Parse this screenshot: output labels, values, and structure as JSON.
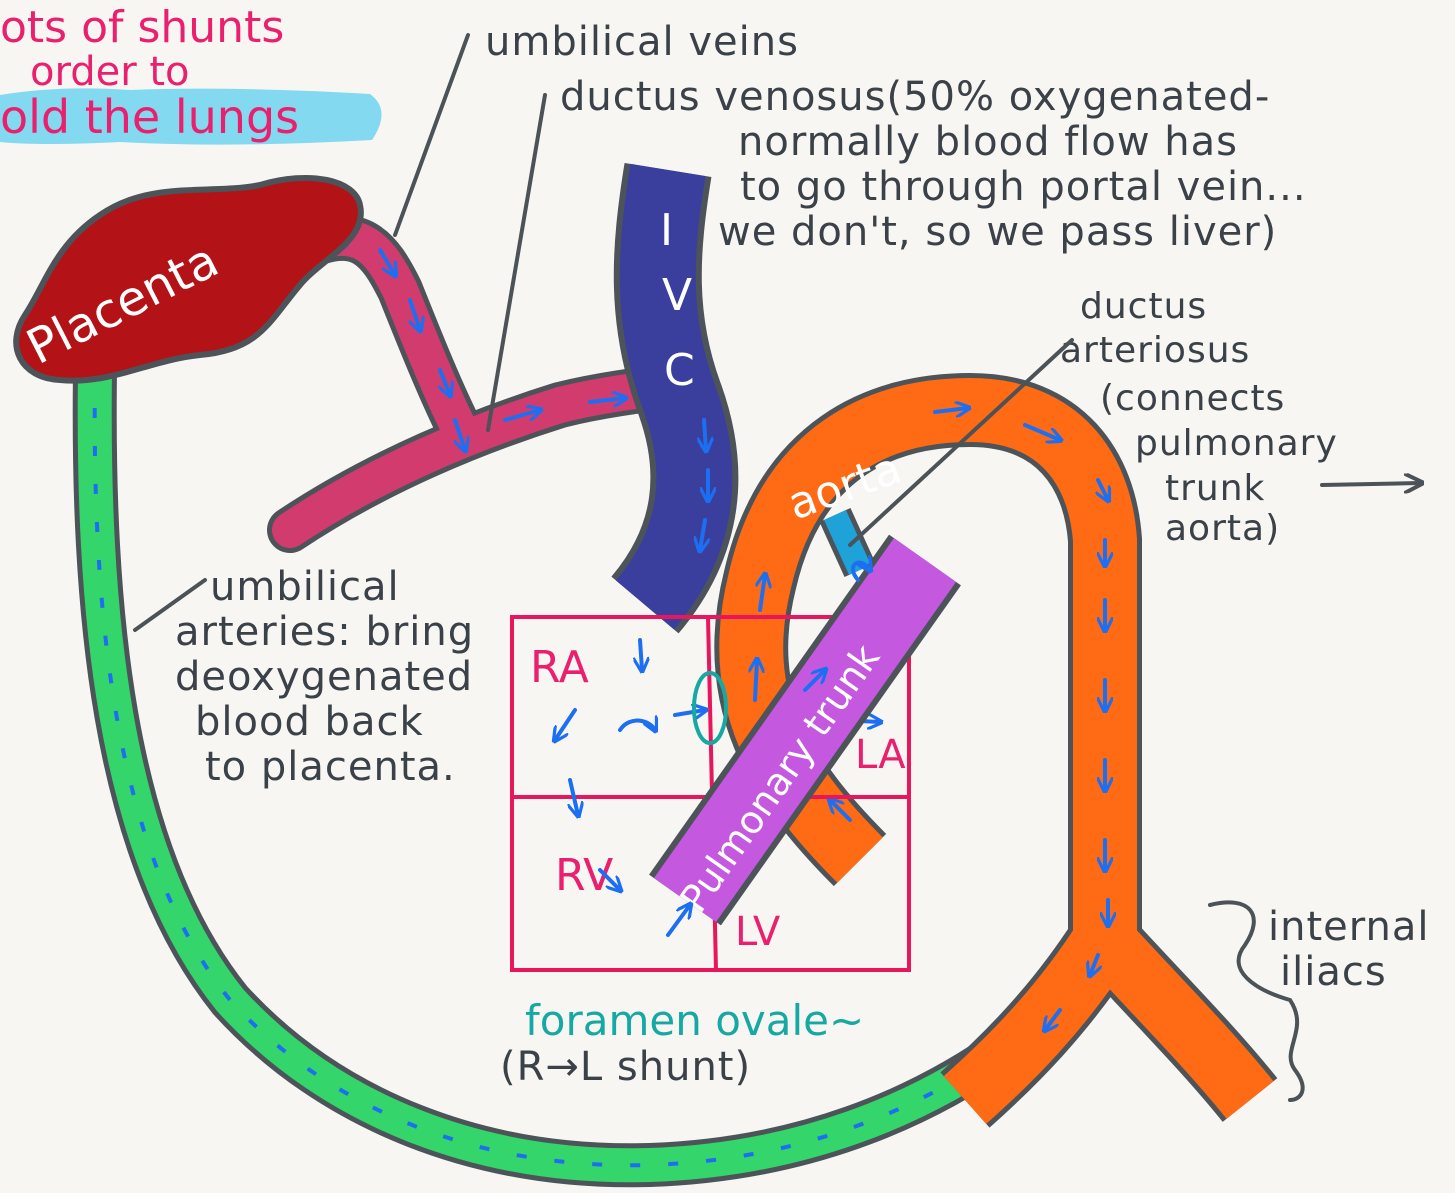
{
  "header": {
    "line1": "ots of shunts",
    "line2": "order to",
    "line3": "old the lungs"
  },
  "labels": {
    "placenta": "Placenta",
    "umbilical_veins": "umbilical veins",
    "ductus_venosus": [
      "ductus venosus(50% oxygenated-",
      "normally blood flow has",
      "to go through portal vein...",
      "we don't, so we pass liver)"
    ],
    "ivc": [
      "I",
      "V",
      "C"
    ],
    "ductus_arteriosus": [
      "ductus",
      "arteriosus",
      "(connects",
      "pulmonary",
      "trunk",
      "aorta)"
    ],
    "aorta": "aorta",
    "pulmonary_trunk": "Pulmonary trunk",
    "umbilical_arteries": [
      "umbilical",
      "arteries: bring",
      "deoxygenated",
      "blood back",
      "to placenta."
    ],
    "chambers": {
      "ra": "RA",
      "la": "LA",
      "rv": "RV",
      "lv": "LV"
    },
    "foramen_ovale": "foramen ovale~",
    "shunt_note": "(R→L shunt)",
    "internal_iliacs": [
      "internal",
      "iliacs"
    ]
  },
  "colors": {
    "background": "#f8f6f2",
    "placenta": "#b31217",
    "umbilical_vein": "#d23b6e",
    "ivc": "#3a3f9e",
    "aorta": "#ff6a14",
    "pulmonary_trunk": "#c459e0",
    "ductus_arteriosus": "#1ea2d8",
    "umbilical_artery": "#34d56b",
    "heart_grid": "#e8175d",
    "flow_arrow": "#1d6ff2",
    "foramen_ovale": "#16a9a3",
    "highlight": "#6fd3ef"
  }
}
